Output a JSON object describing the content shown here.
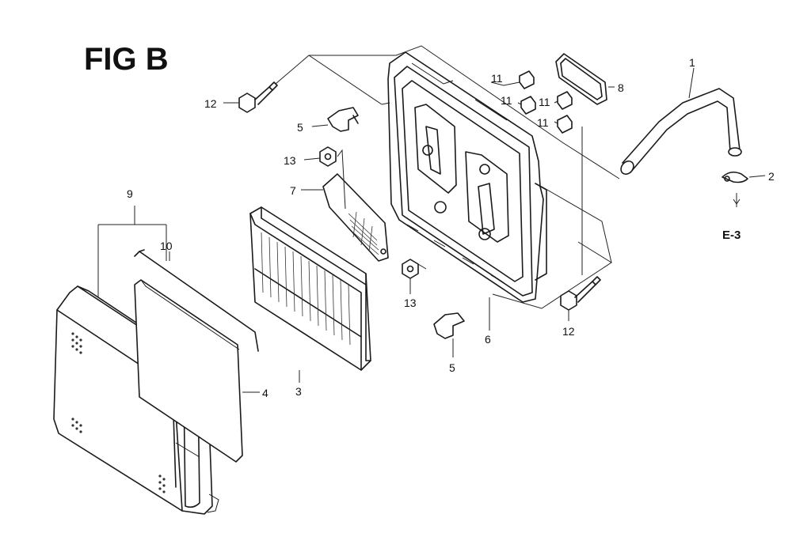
{
  "title": "FIG B",
  "reference": "E-3",
  "callouts": {
    "c1": "1",
    "c2": "2",
    "c3": "3",
    "c4": "4",
    "c5a": "5",
    "c5b": "5",
    "c6": "6",
    "c7": "7",
    "c8": "8",
    "c9": "9",
    "c10": "10",
    "c11a": "11",
    "c11b": "11",
    "c11c": "11",
    "c11d": "11",
    "c12a": "12",
    "c12b": "12",
    "c13a": "13",
    "c13b": "13"
  }
}
